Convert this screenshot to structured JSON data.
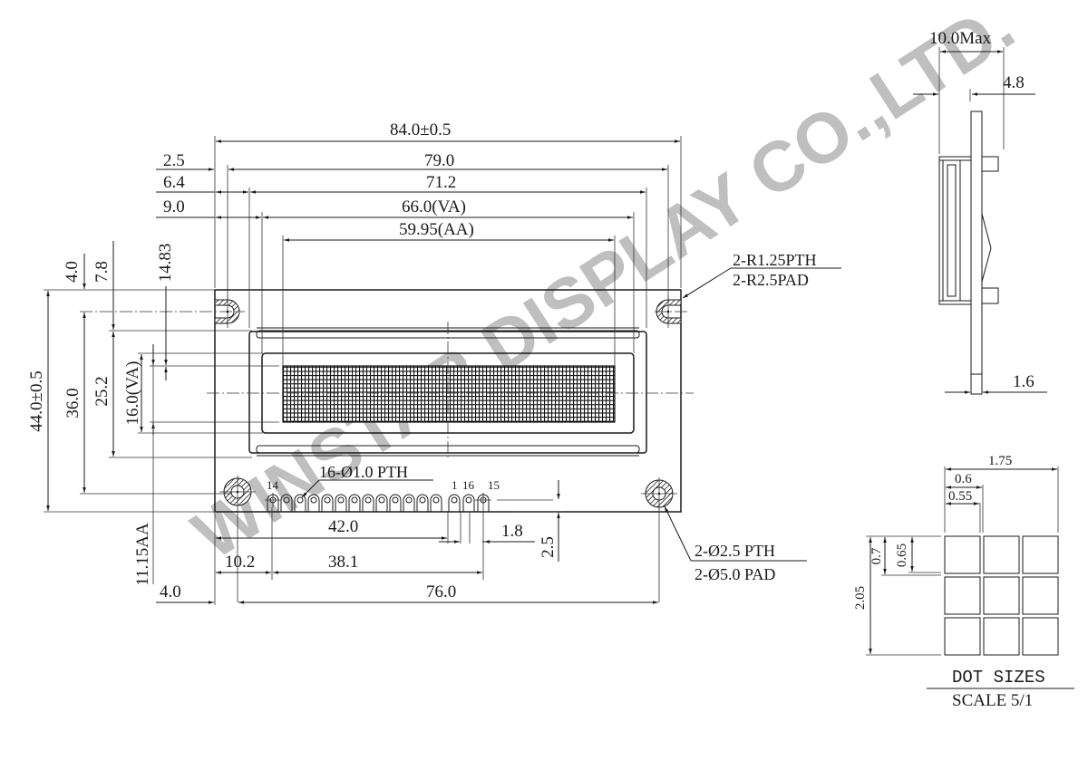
{
  "drawing": {
    "type": "LCD module mechanical drawing",
    "watermark": "WINSTAR DISPLAY CO.,LTD.",
    "front_view": {
      "horizontal_dimensions": {
        "overall_width": "84.0±0.5",
        "pcb_hole_spacing": "79.0",
        "bezel_width": "71.2",
        "viewing_area_width": "66.0(VA)",
        "active_area_width": "59.95(AA)",
        "hole_offset": "2.5",
        "bezel_offset": "6.4",
        "va_offset": "9.0"
      },
      "vertical_dimensions": {
        "overall_height": "44.0±0.5",
        "mount_hole_spacing": "36.0",
        "bezel_height": "25.2",
        "viewing_area_height": "16.0(VA)",
        "hole_offset": "4.0",
        "bezel_offset": "7.8",
        "aa_offset": "14.83",
        "aa_bottom_offset": "11.15AA"
      },
      "pin_header": {
        "callout": "16-Ø1.0 PTH",
        "pin_labels": [
          "14",
          "1",
          "16",
          "15"
        ],
        "pin_count": 16,
        "span_42": "42.0",
        "pitch_note": "1.8",
        "pin_row_offset": "2.5",
        "first_pin_offset": "10.2",
        "pin_span": "38.1",
        "edge_offset": "4.0",
        "hole_spacing_bottom": "76.0"
      },
      "callouts": {
        "slot_holes_line1": "2-R1.25PTH",
        "slot_holes_line2": "2-R2.5PAD",
        "round_holes_line1": "2-Ø2.5 PTH",
        "round_holes_line2": "2-Ø5.0 PAD"
      }
    },
    "side_view": {
      "max_thickness": "10.0Max",
      "module_depth": "4.8",
      "pcb_thickness": "1.6"
    },
    "dot_detail": {
      "dot_pitch_width": "0.6",
      "dot_width": "0.55",
      "char_width": "1.75",
      "dot_pitch_height": "0.7",
      "dot_height": "0.65",
      "char_height": "2.05",
      "title": "DOT SIZES",
      "scale": "SCALE 5/1"
    }
  }
}
